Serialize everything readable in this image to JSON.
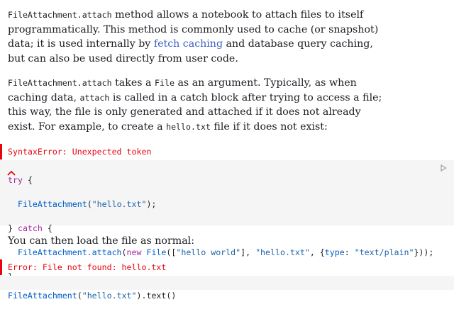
{
  "para1": {
    "code1": "FileAttachment.attach",
    "text1": " method allows a notebook to attach files to itself programmatically. This method is commonly used to cache (or snapshot) data; it is used internally by ",
    "link": "fetch caching",
    "text2": " and database query caching, but can also be used directly from user code."
  },
  "para2": {
    "code1": "FileAttachment.attach",
    "text1": " takes a ",
    "code2": "File",
    "text2": " as an argument. Typically, as when caching data, ",
    "code3": "attach",
    "text3": " is called in a catch block after trying to access a file; this way, the file is only generated and attached if it does not already exist. For example, to create a ",
    "code4": "hello.txt",
    "text4": " file if it does not exist:"
  },
  "error1": "SyntaxError: Unexpected token",
  "code1": {
    "l1_kw": "try",
    "l1_rest": " {",
    "l2_obj": "  FileAttachment",
    "l2_p": "(",
    "l2_str": "\"hello.txt\"",
    "l2_end": ");",
    "l3_a": "} ",
    "l3_kw": "catch",
    "l3_b": " {",
    "l4_obj": "  FileAttachment.attach",
    "l4_p1": "(",
    "l4_kw": "new",
    "l4_cls": " File",
    "l4_p2": "([",
    "l4_s1": "\"hello world\"",
    "l4_c1": "], ",
    "l4_s2": "\"hello.txt\"",
    "l4_c2": ", {",
    "l4_key": "type",
    "l4_c3": ": ",
    "l4_s3": "\"text/plain\"",
    "l4_end": "}));",
    "l5": "}"
  },
  "para3": "You can then load the file as normal:",
  "error2": "Error: File not found: hello.txt",
  "code2": {
    "l1_obj": "FileAttachment",
    "l1_p": "(",
    "l1_str": "\"hello.txt\"",
    "l1_end": ").text()"
  },
  "colors": {
    "error": "#e7040f",
    "link": "#3b5fc0",
    "code_bg": "#f5f5f5"
  },
  "icons": {
    "run": "play-outline-icon",
    "caret": "caret-up-icon"
  }
}
